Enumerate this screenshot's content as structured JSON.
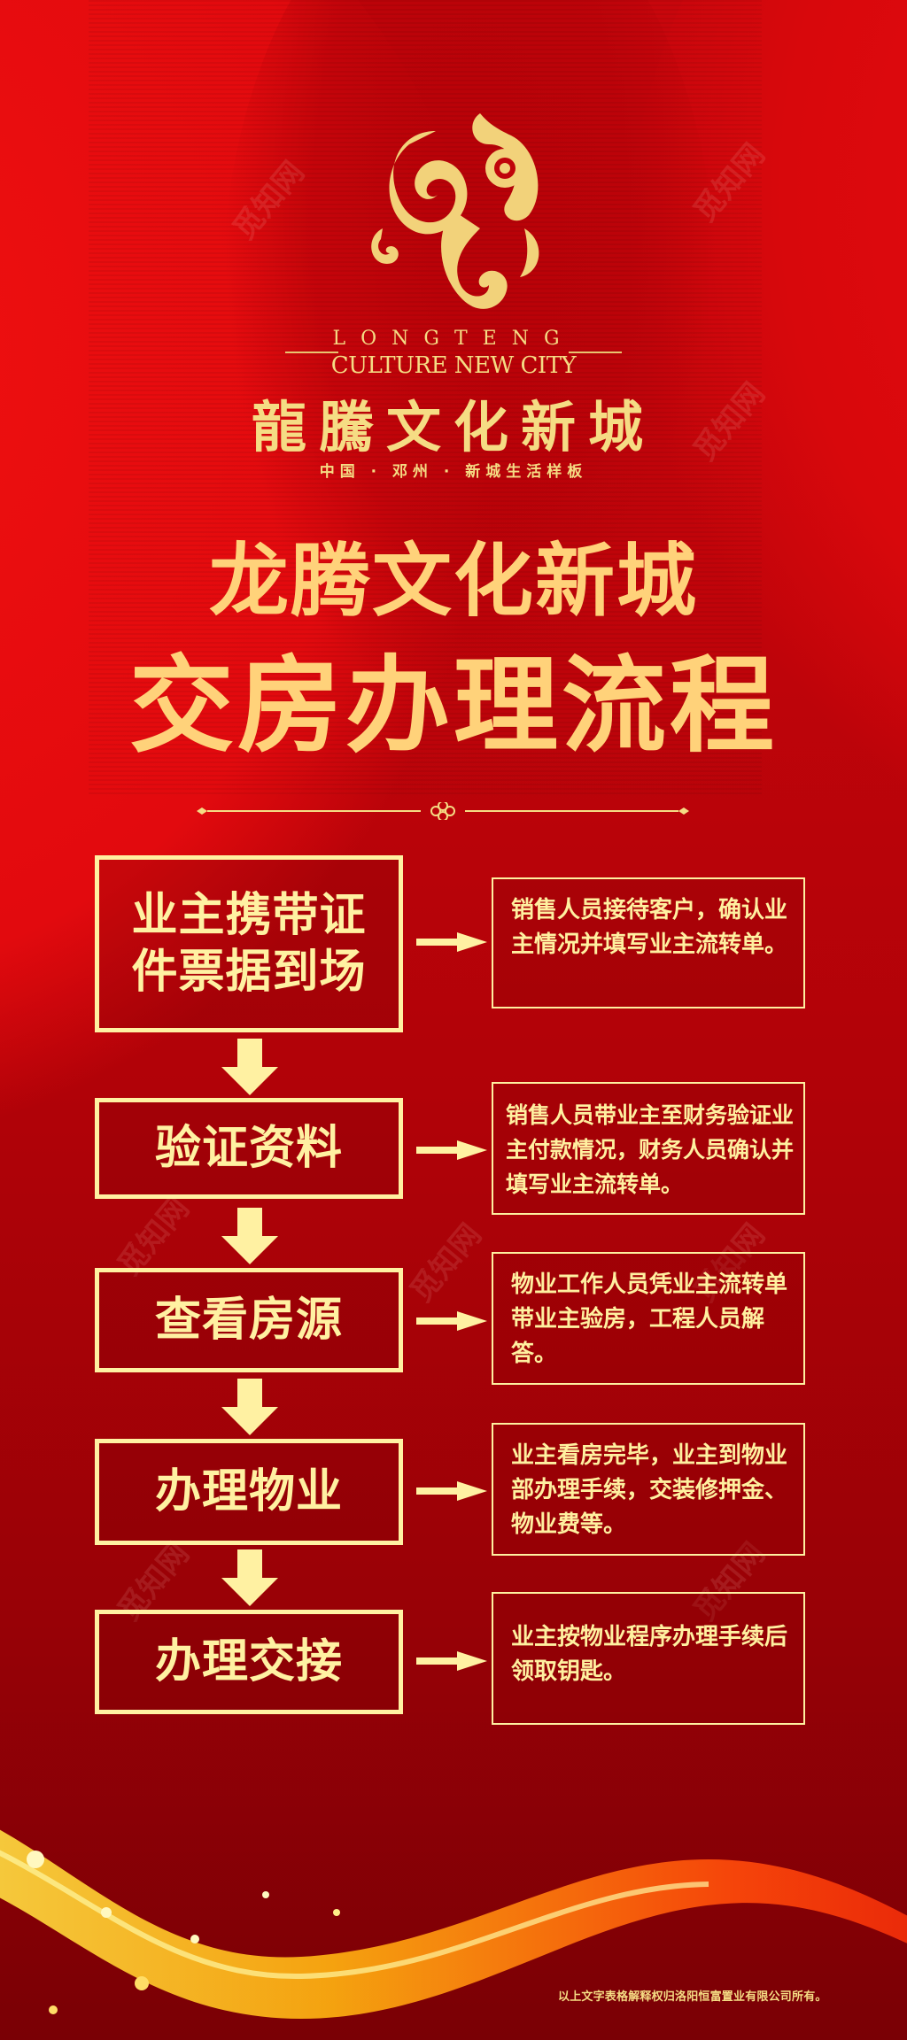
{
  "brand": {
    "en_line1": "LONGTENG",
    "en_line2": "CULTURE NEW CITY",
    "cn_name": "龍騰文化新城",
    "slogan": "中国 · 邓州 · 新城生活样板"
  },
  "title": {
    "line1": "龙腾文化新城",
    "line2": "交房办理流程"
  },
  "colors": {
    "background": "#c0040a",
    "gold_text": "#ffd27a",
    "box_border": "#fff1a2"
  },
  "steps": [
    {
      "label_line1": "业主携带证",
      "label_line2": "件票据到场",
      "description": "销售人员接待客户，确认业主情况并填写业主流转单。"
    },
    {
      "label_line1": "验证资料",
      "label_line2": "",
      "description": "销售人员带业主至财务验证业主付款情况，财务人员确认并填写业主流转单。"
    },
    {
      "label_line1": "查看房源",
      "label_line2": "",
      "description": "物业工作人员凭业主流转单带业主验房，工程人员解答。"
    },
    {
      "label_line1": "办理物业",
      "label_line2": "",
      "description": "业主看房完毕，业主到物业部办理手续，交装修押金、物业费等。"
    },
    {
      "label_line1": "办理交接",
      "label_line2": "",
      "description": "业主按物业程序办理手续后领取钥匙。"
    }
  ],
  "footer": {
    "disclaimer": "以上文字表格解释权归洛阳恒富置业有限公司所有。"
  },
  "watermark": "觅知网"
}
